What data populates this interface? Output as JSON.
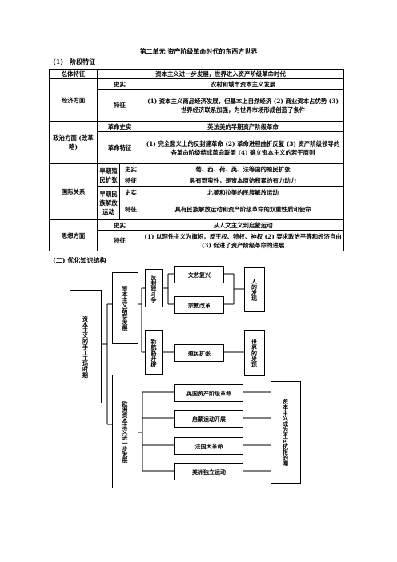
{
  "doc": {
    "title": "第二单元 资产阶级革命时代的东西方世界",
    "section1": "(1)　阶段特征",
    "section2": "(二) 优化知识结构"
  },
  "table": {
    "overall_label": "总体特征",
    "overall_text": "资本主义进一步发展，世界进入资产阶级革命时代",
    "econ": {
      "label": "经济方面",
      "shishi_label": "史实",
      "shishi_text": "农村和城市资本主义发展",
      "tezheng_label": "特征",
      "tezheng_text": "(1) 资本主义商品经济发展，但基本上自然经济 (2) 商业资本占优势 (3) 世界经济联系加强，为世界市场形成创造了条件"
    },
    "politics": {
      "label": "政治方面 (改革略)",
      "shishi_label": "革命史实",
      "shishi_text": "英法美的早期资产阶级革命",
      "tezheng_label": "革命特征",
      "tezheng_text": "(1) 完全意义上的反封建革命 (2) 革命进程曲折反复 (3) 资产阶级领导的各革命阶级结成革命联盟 (4) 确立资本主义的若干原则"
    },
    "intl": {
      "label": "国际关系",
      "colonial_label": "早期殖民扩张",
      "colonial_shishi_label": "史实",
      "colonial_shishi_text": "葡、西、荷、英、法等国的殖民扩张",
      "colonial_tezheng_label": "特征",
      "colonial_tezheng_text": "具有野蛮性，是资本原始积累的有力动力",
      "liberation_label": "早期民族解放运动",
      "liberation_shishi_label": "史实",
      "liberation_shishi_text": "北美和拉美的民族解放运动",
      "liberation_tezheng_label": "特征",
      "liberation_tezheng_text": "具有民族解放运动和资产阶级革命的双重性质和使命"
    },
    "thought": {
      "label": "思想方面",
      "shishi_label": "史实",
      "shishi_text": "从人文主义到启蒙运动",
      "tezheng_label": "特征",
      "tezheng_text": "(1) 以理性主义为旗帜，反王权、特权、神权 (2) 要求政治平等和经济自由 (3) 促进了资产阶级革命的进展"
    }
  },
  "diagram": {
    "root": "资本主义的手工工场时期",
    "branch1": "资本主义萌芽发展",
    "fan": "反封建斗争",
    "renaissance": "文艺复兴",
    "reformation": "宗教改革",
    "human_discovery": "人的发现",
    "new_route": "新航路开辟",
    "colonial": "殖民扩张",
    "world_discovery": "世界的发现",
    "branch2": "欧洲资本主义进一步发展",
    "english_rev": "英国资产阶级革命",
    "enlightenment": "启蒙运动开展",
    "french_rev": "法国大革命",
    "american_ind": "美洲独立运动",
    "unstoppable": "资本主义成为不可抗拒的潮"
  }
}
